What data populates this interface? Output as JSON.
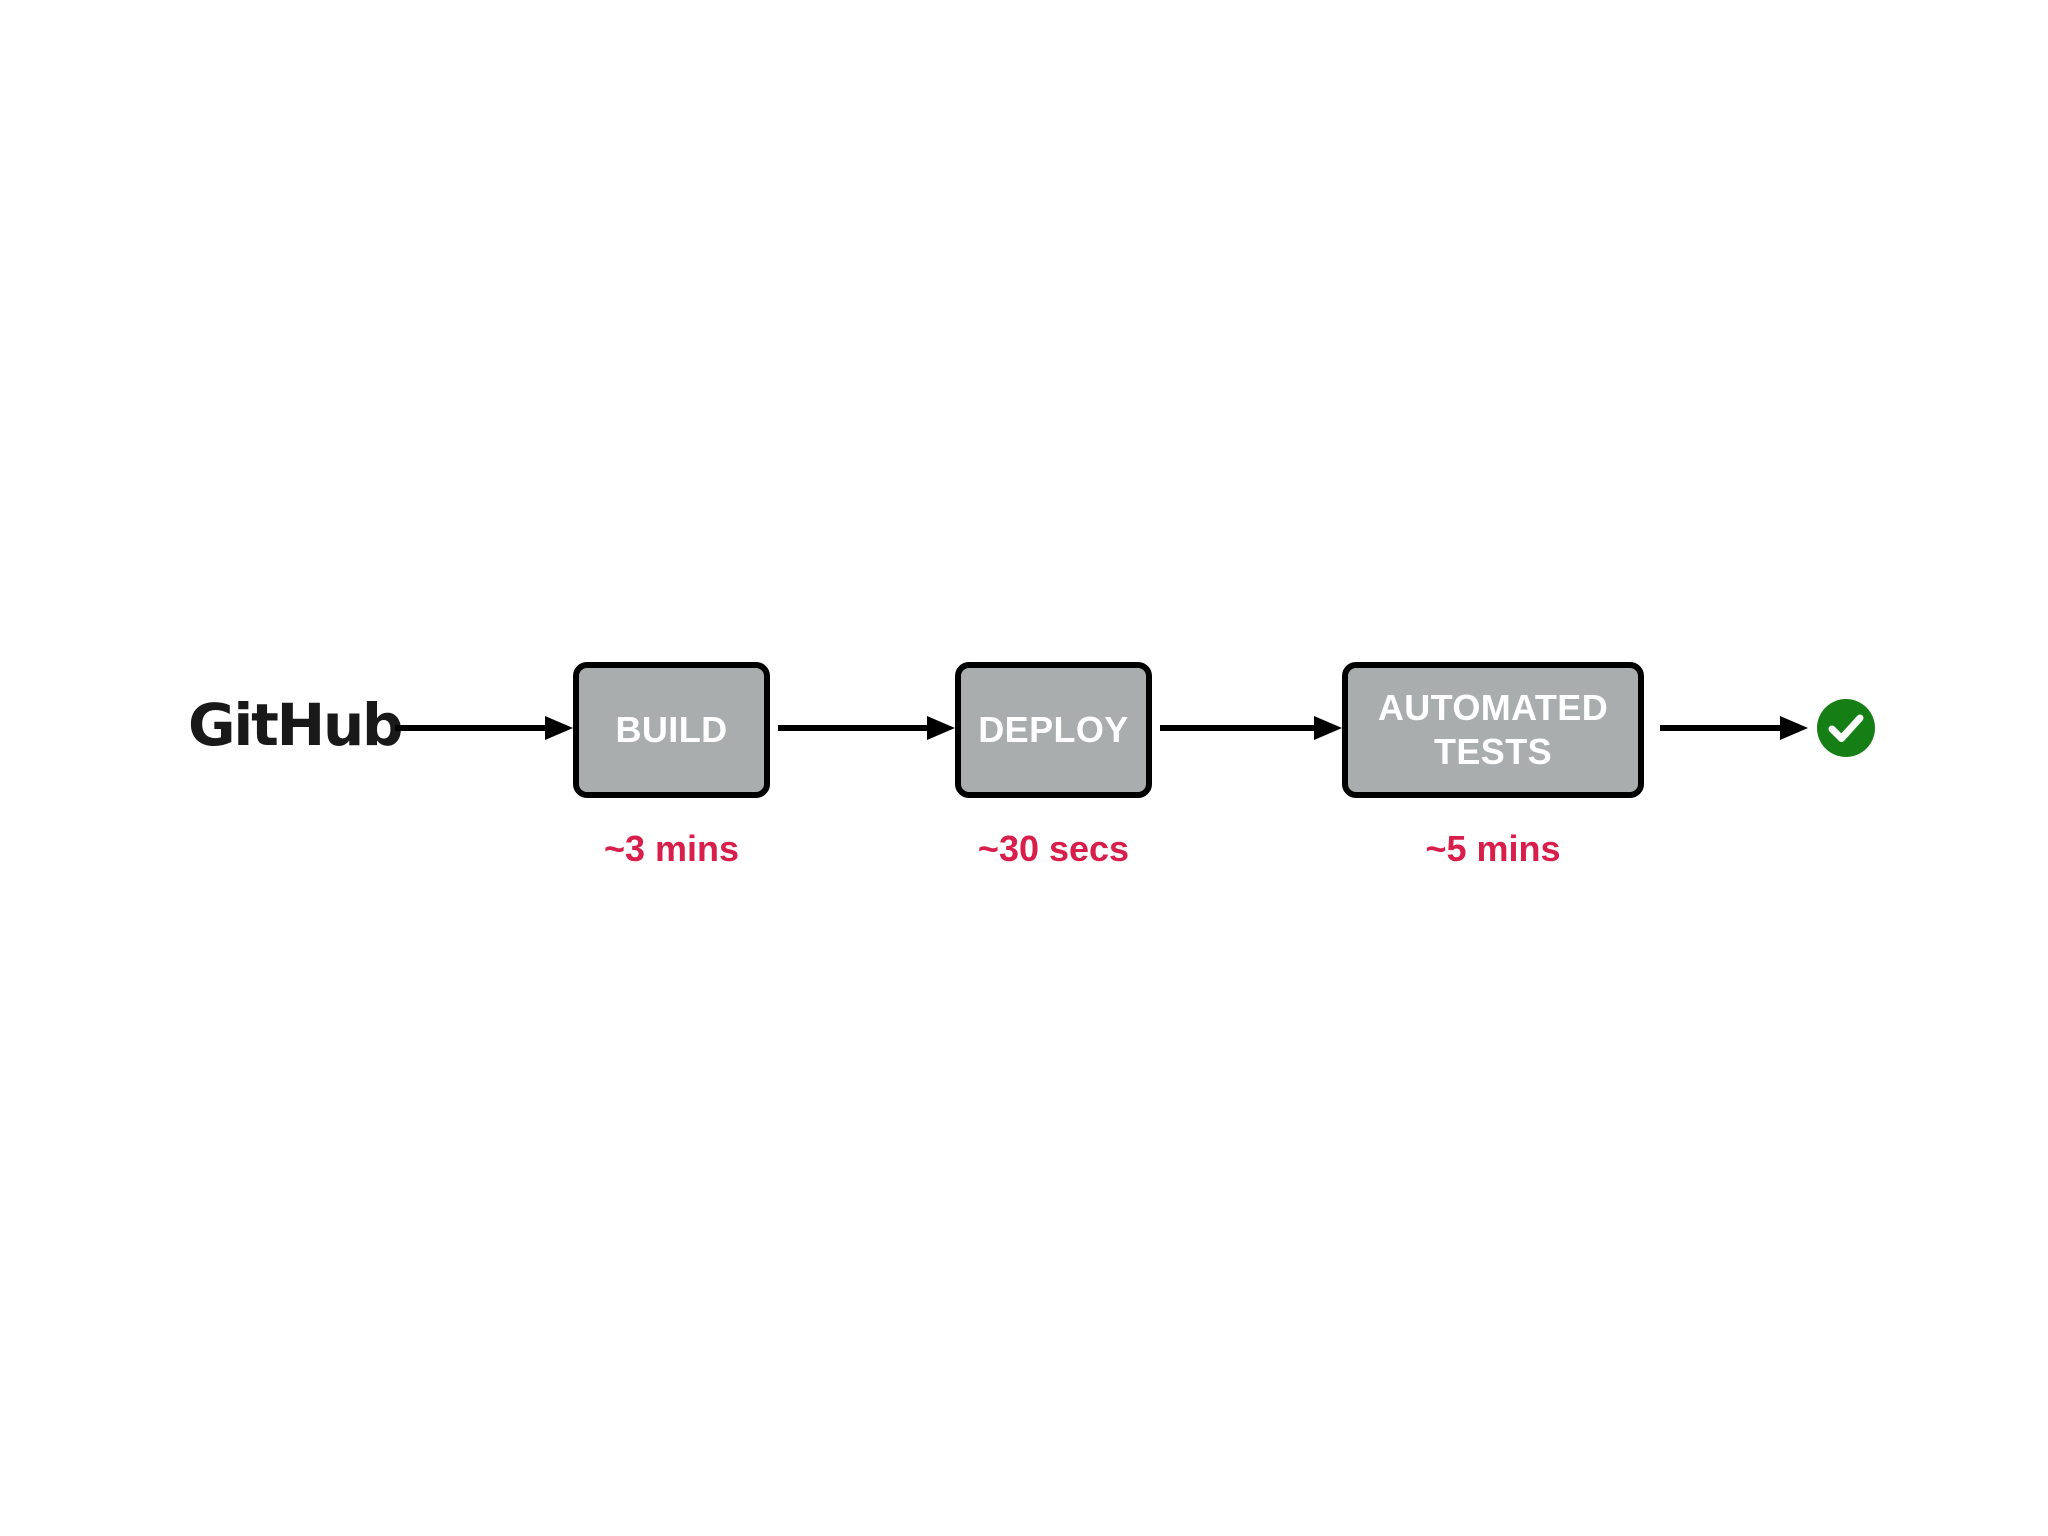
{
  "diagram": {
    "source": {
      "label": "GitHub",
      "icon": "github-wordmark"
    },
    "stages": [
      {
        "label": "BUILD",
        "duration": "~3 mins"
      },
      {
        "label": "DEPLOY",
        "duration": "~30 secs"
      },
      {
        "label": "AUTOMATED\nTESTS",
        "duration": "~5 mins"
      }
    ],
    "result": {
      "icon": "check-circle-icon",
      "status": "success"
    },
    "connectors": [
      {
        "from": "GitHub",
        "to": "BUILD"
      },
      {
        "from": "BUILD",
        "to": "DEPLOY"
      },
      {
        "from": "DEPLOY",
        "to": "AUTOMATED TESTS"
      },
      {
        "from": "AUTOMATED TESTS",
        "to": "success"
      }
    ],
    "colors": {
      "background": "#ffffff",
      "stage_fill": "#a9adad",
      "stage_border": "#000000",
      "stage_text": "#ffffff",
      "duration_text": "#d81e4a",
      "wordmark_text": "#191919",
      "success_green": "#157f15",
      "arrow": "#000000"
    }
  }
}
